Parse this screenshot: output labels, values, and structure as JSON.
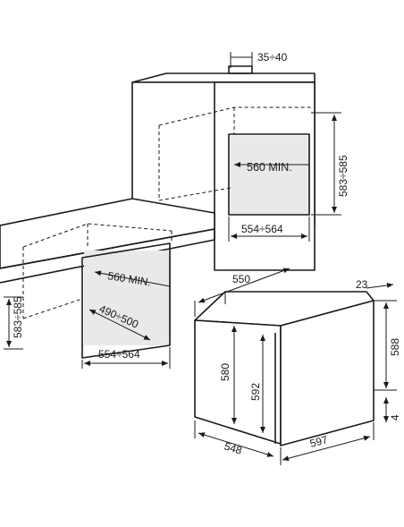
{
  "diagram": {
    "labels": {
      "top_gap": "35÷40",
      "column_niche_height": "583÷585",
      "column_niche_depth": "560 MIN.",
      "column_niche_width": "554÷564",
      "undercounter_niche_depth": "560 MIN.",
      "undercounter_niche_height": "583÷585",
      "undercounter_depth_range": "490÷500",
      "undercounter_niche_width": "554÷564",
      "oven_top_depth": "550",
      "oven_front_offset": "23",
      "oven_total_height": "588",
      "oven_body_height": "580",
      "oven_front_height": "592",
      "oven_bottom_offset": "4",
      "oven_body_depth": "548",
      "oven_front_width": "597"
    }
  }
}
